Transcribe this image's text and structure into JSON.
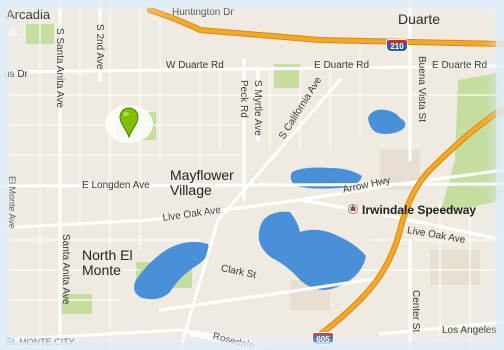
{
  "map": {
    "colors": {
      "land": "#f0ebe1",
      "block": "#e8e2d6",
      "water": "#4a90d9",
      "park": "#c5dea0",
      "highway": "#f0a020",
      "road": "#ffffff",
      "pin": "#7ec000"
    },
    "marker": {
      "name": "location-pin-icon"
    },
    "places": {
      "arcadia": "Arcadia",
      "duarte": "Duarte",
      "mayflower": "Mayflower\nVillage",
      "north_el_monte": "North El\nMonte",
      "el_monte_city": "EL MONTE CITY"
    },
    "streets": {
      "huntington": "Huntington Dr",
      "s_2nd_ave": "S 2nd Ave",
      "s_santa_anita_top": "S Santa Anita Ave",
      "s_santa_anita_bottom": "Santa Anita Ave",
      "w_duarte_rd": "W Duarte Rd",
      "e_duarte_rd_1": "E Duarte Rd",
      "e_duarte_rd_2": "E Duarte Rd",
      "peck_rd": "Peck Rd",
      "s_myrtle_ave": "S Myrtle Ave",
      "s_california_ave": "S California Ave",
      "buena_vista": "Buena Vista St",
      "el_monte_ave": "El Monte Ave",
      "e_longden": "E Longden Ave",
      "live_oak_1": "Live Oak Ave",
      "live_oak_2": "Live Oak Ave",
      "arrow_hwy": "Arrow Hwy",
      "clark_st": "Clark St",
      "center_st": "Center St",
      "los_angeles": "Los Angeles",
      "rosedale": "Rosedale",
      "us_left": "us Dr"
    },
    "pois": {
      "irwindale_speedway": "Irwindale Speedway"
    },
    "shields": {
      "i210": "210",
      "i605": "605"
    }
  }
}
